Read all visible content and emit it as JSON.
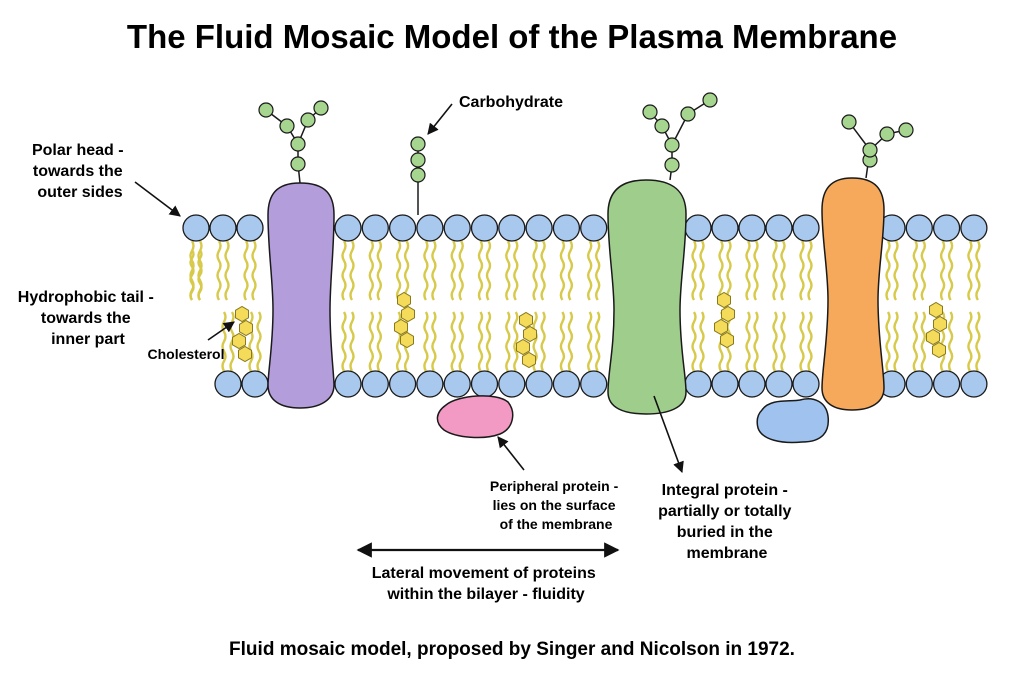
{
  "title": "The Fluid Mosaic Model of the Plasma Membrane",
  "labels": {
    "polar_head": [
      "Polar head -",
      "towards the",
      "outer sides"
    ],
    "hydrophobic_tail": [
      "Hydrophobic tail -",
      "towards the",
      "inner part"
    ],
    "cholesterol": "Cholesterol",
    "carbohydrate": "Carbohydrate",
    "peripheral_protein": [
      "Peripheral protein -",
      "lies on the surface",
      "of the membrane"
    ],
    "integral_protein": [
      "Integral protein -",
      "partially or totally",
      "buried in the",
      "membrane"
    ],
    "lateral_movement": [
      "Lateral movement of proteins",
      "within the bilayer - fluidity"
    ]
  },
  "caption": "Fluid mosaic model, proposed by Singer and Nicolson in 1972.",
  "colors": {
    "head": "#a9c8ee",
    "tail": "#d7c94a",
    "cholesterol": "#f4dc5a",
    "carbohydrate": "#a6d58f",
    "protein_purple": "#b39ddb",
    "protein_green": "#9fce8c",
    "protein_orange": "#f6a95a",
    "protein_pink": "#f39ac4",
    "protein_blue": "#9fc3ee",
    "stroke": "#1a1a1a"
  }
}
